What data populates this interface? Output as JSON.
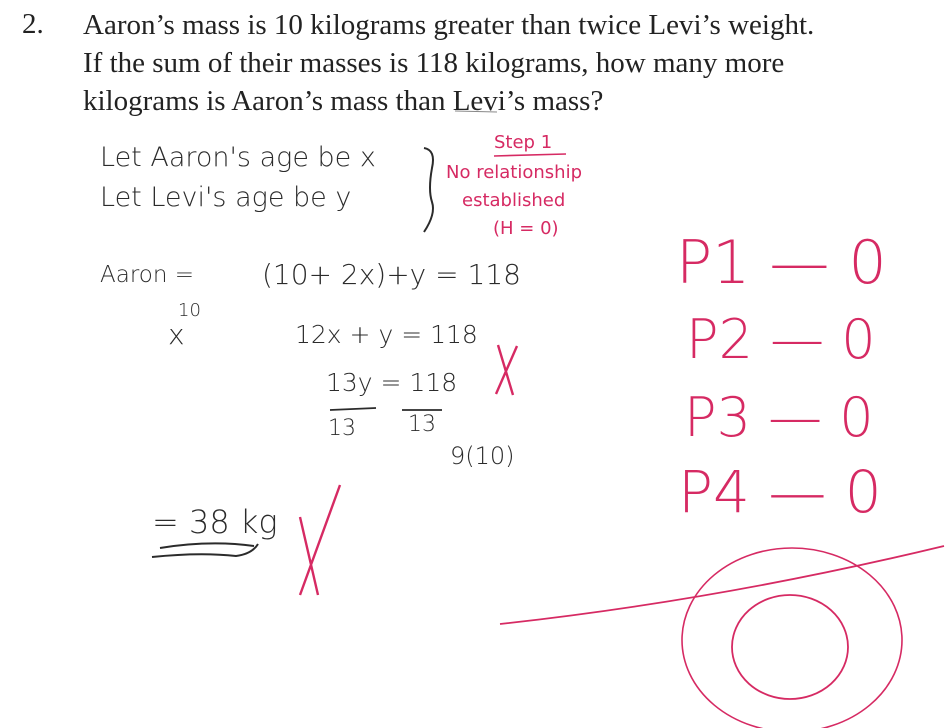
{
  "question": {
    "number": "2.",
    "lines": [
      "Aaron’s mass is 10 kilograms greater than twice Levi’s weight.",
      "If the sum of their masses is 118 kilograms, how many more",
      "kilograms is Aaron’s mass than Levi’s mass?"
    ]
  },
  "student_work": {
    "line1": "Let Aaron's age be x",
    "line2": "Let Levi's age be y",
    "aaron_label": "Aaron =",
    "eq1": "(10+ 2x)+y = 118",
    "small_10": "10",
    "small_x": "x",
    "eq2": "12x + y = 118",
    "eq3_left": "13y = 118",
    "eq3_den_left": "13",
    "eq3_den_right": "13",
    "eq4": "9(10)",
    "answer": "= 38 kg"
  },
  "grader_marks": {
    "step_label": "Step 1",
    "comment_1": "No relationship",
    "comment_2": "established",
    "comment_3": "(H = 0)",
    "p1": "P1 — 0",
    "p2": "P2 — 0",
    "p3": "P3 — 0",
    "p4": "P4 — 0",
    "ink_color": "#d62a63"
  }
}
